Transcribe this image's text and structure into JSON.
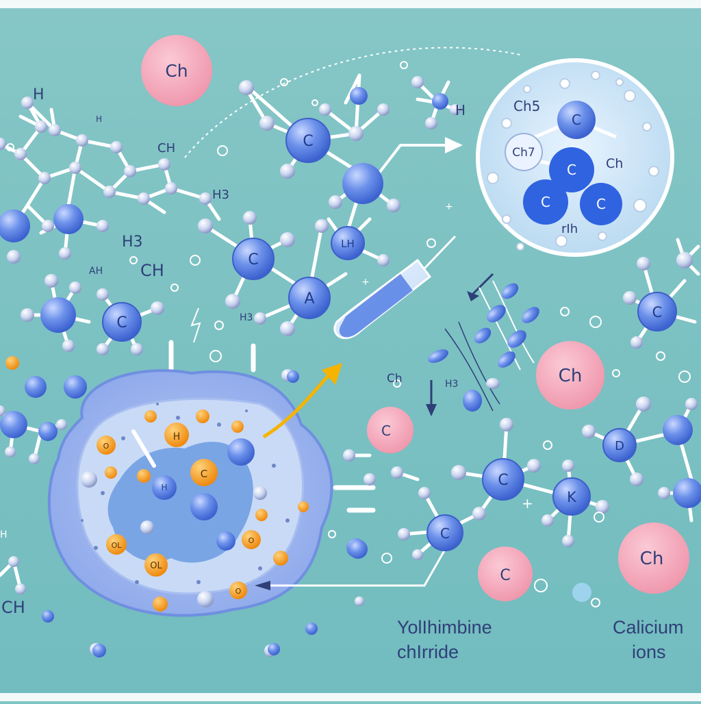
{
  "colors": {
    "background": "#7fc4c4",
    "atom": "#5b86e3",
    "atom_dark": "#2f55c8",
    "pink": "#f4a6b9",
    "orange": "#f39a1e",
    "cell": "#9fb7ef",
    "arrow_gold": "#f5b400",
    "text": "#2f3f78"
  },
  "atoms": {
    "c1": "C",
    "c2": "C",
    "c3": "C",
    "c4": "C",
    "c5": "C",
    "c6": "C",
    "a1": "A",
    "b1": "D",
    "k1": "K",
    "lh": "LH",
    "h_left": "H",
    "ch_left": "CH",
    "ch_bottom_left": "CH",
    "h3_mid": "H3",
    "h_top": "H",
    "h_top2": "H",
    "ch_top_left": "CH",
    "h3_small": "H3",
    "ah": "AH",
    "ch_sm": "Ch",
    "h3_sm": "H3"
  },
  "pink_ions": [
    "Ch",
    "Ch",
    "C",
    "C",
    "Ch"
  ],
  "zoom": {
    "labels": [
      "Ch5",
      "C",
      "Ch7",
      "Ch",
      "C",
      "C",
      "C",
      "rIh"
    ]
  },
  "cell": {
    "ions": [
      "H",
      "C",
      "O",
      "H",
      "OL",
      "O",
      "O",
      "OL"
    ]
  },
  "captions": {
    "left_line1": "YolIhimbine",
    "left_line2": "chIrride",
    "right_line1": "Calicium",
    "right_line2": "ions"
  }
}
